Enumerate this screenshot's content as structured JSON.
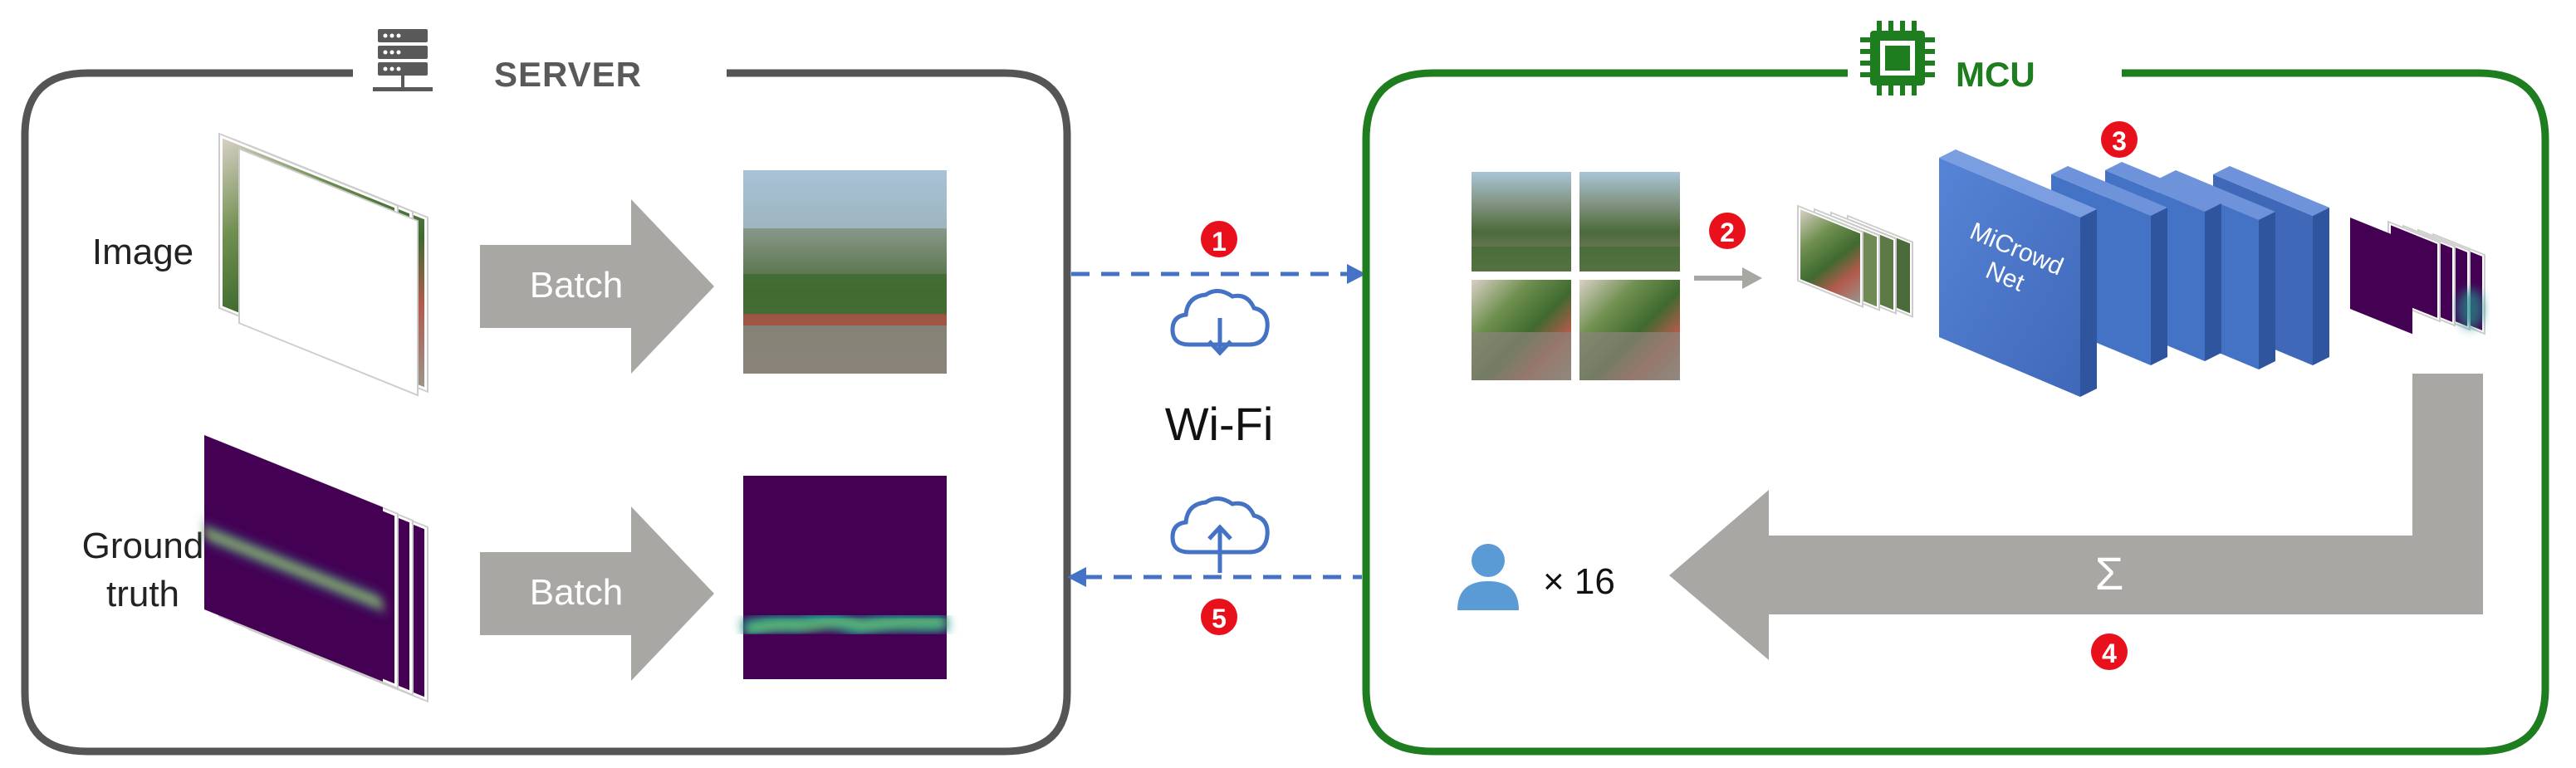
{
  "server": {
    "title": "SERVER",
    "rows": [
      {
        "label_lines": [
          "Image"
        ],
        "arrow_label": "Batch"
      },
      {
        "label_lines": [
          "Ground",
          "truth"
        ],
        "arrow_label": "Batch"
      }
    ]
  },
  "mcu": {
    "title": "MCU",
    "network_lines": [
      "MiCrowd",
      "Net"
    ],
    "sum_symbol": "Σ",
    "count_text": "× 16"
  },
  "link": {
    "label": "Wi-Fi"
  },
  "steps": [
    "1",
    "2",
    "3",
    "4",
    "5"
  ],
  "colors": {
    "server_border": "#555555",
    "mcu_border": "#1e7d1e",
    "arrow_grey": "#a9a7a4",
    "dashed_blue": "#4472c4",
    "badge_red": "#e8111b",
    "net_blue": "#4a76c9",
    "heatmap_bg": "#440154",
    "person_blue": "#5b9bd5"
  },
  "icons": [
    "server-rack-icon",
    "chip-icon",
    "cloud-download-icon",
    "cloud-upload-icon",
    "person-icon"
  ]
}
